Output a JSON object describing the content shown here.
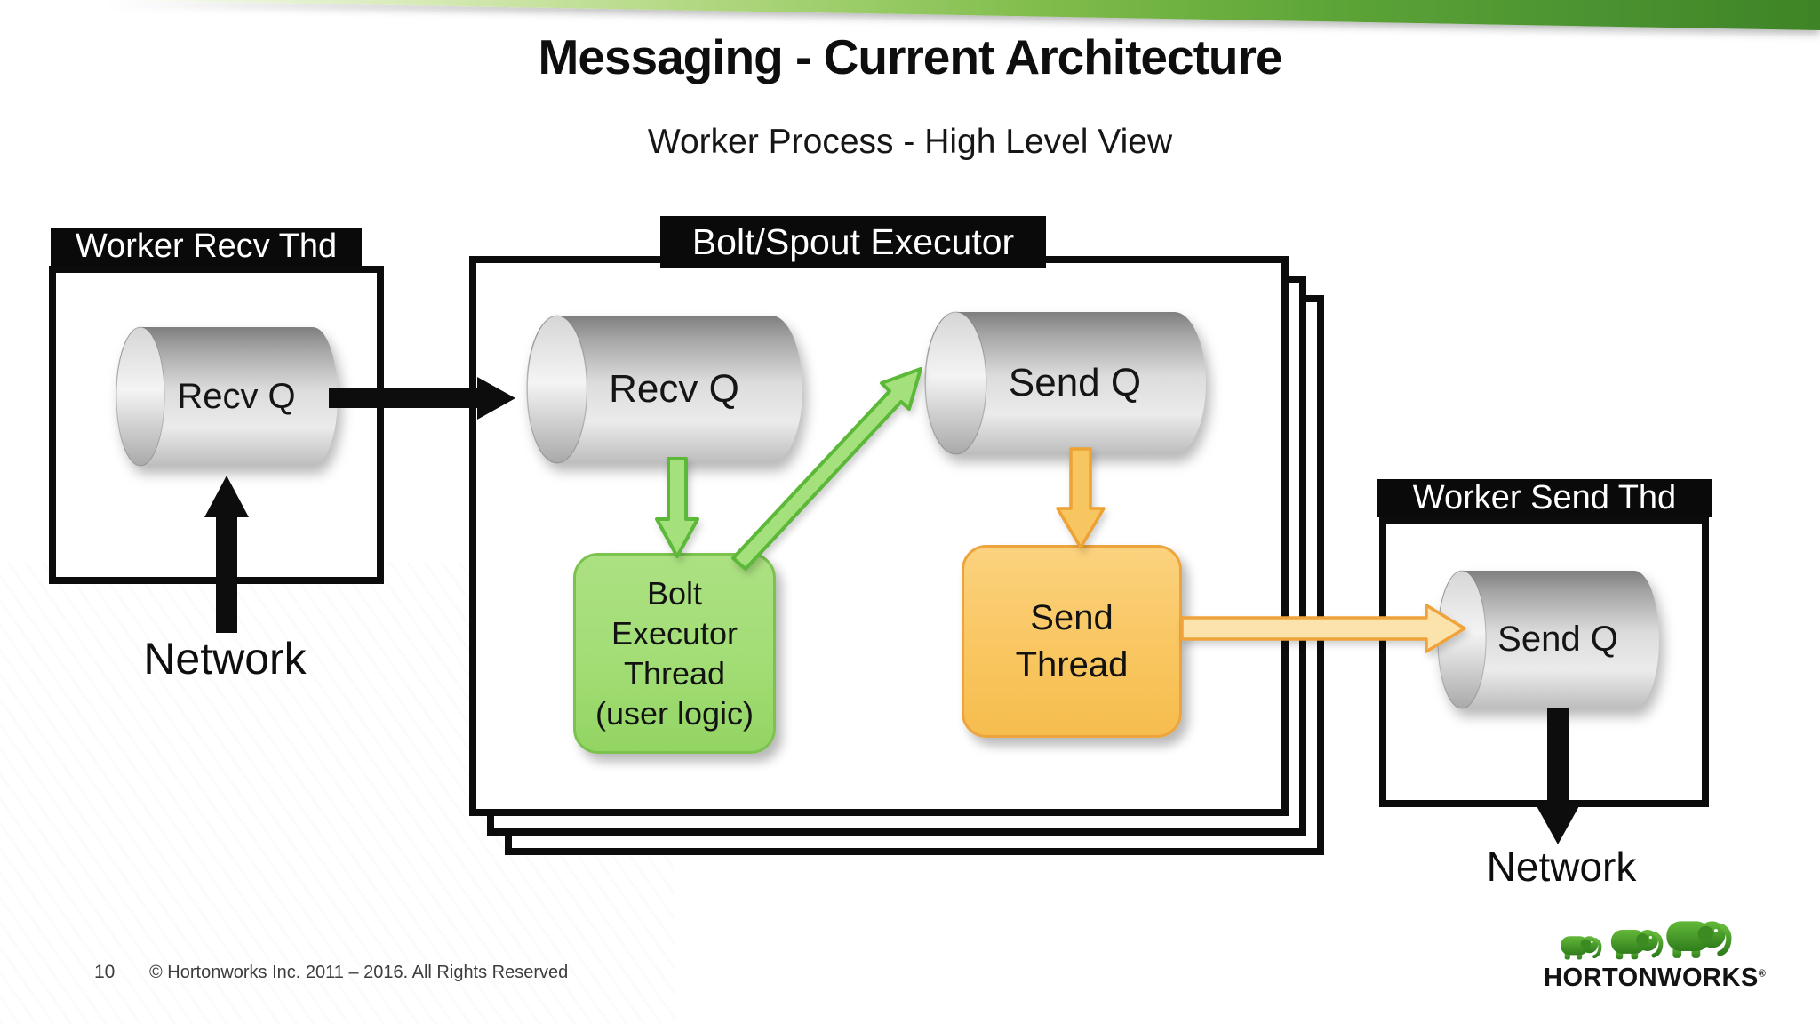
{
  "slide": {
    "title": "Messaging - Current Architecture",
    "subtitle": "Worker Process - High Level View",
    "page_number": "10",
    "copyright": "© Hortonworks Inc. 2011 – 2016. All Rights Reserved",
    "brand": {
      "wordmark": "HORTONWORKS",
      "registered": "®"
    }
  },
  "diagram": {
    "worker_recv": {
      "label": "Worker Recv Thd",
      "queue_label": "Recv Q",
      "network_label": "Network"
    },
    "executor": {
      "label": "Bolt/Spout Executor",
      "recv_queue_label": "Recv Q",
      "send_queue_label": "Send Q",
      "bolt_thread_lines": [
        "Bolt",
        "Executor",
        "Thread",
        "(user logic)"
      ],
      "send_thread_lines": [
        "Send",
        "Thread"
      ]
    },
    "worker_send": {
      "label": "Worker Send Thd",
      "queue_label": "Send Q",
      "network_label": "Network"
    }
  },
  "colors": {
    "swoosh_green_dark": "#3e8426",
    "swoosh_green_light": "#d3e8b0",
    "header_bar_black": "#0a0a0a",
    "bolt_box_green": "#a2dd75",
    "bolt_box_border_green": "#7cc24f",
    "green_arrow_fill": "#a4e07c",
    "green_arrow_stroke": "#5cb838",
    "send_box_orange": "#f9c661",
    "orange_arrow_stroke": "#f0a33a",
    "orange_arrow_fill_light": "#fbe3ab",
    "cylinder_gray_mid": "#d9d9d9",
    "brand_elephant_green": "#4d9e2f"
  }
}
